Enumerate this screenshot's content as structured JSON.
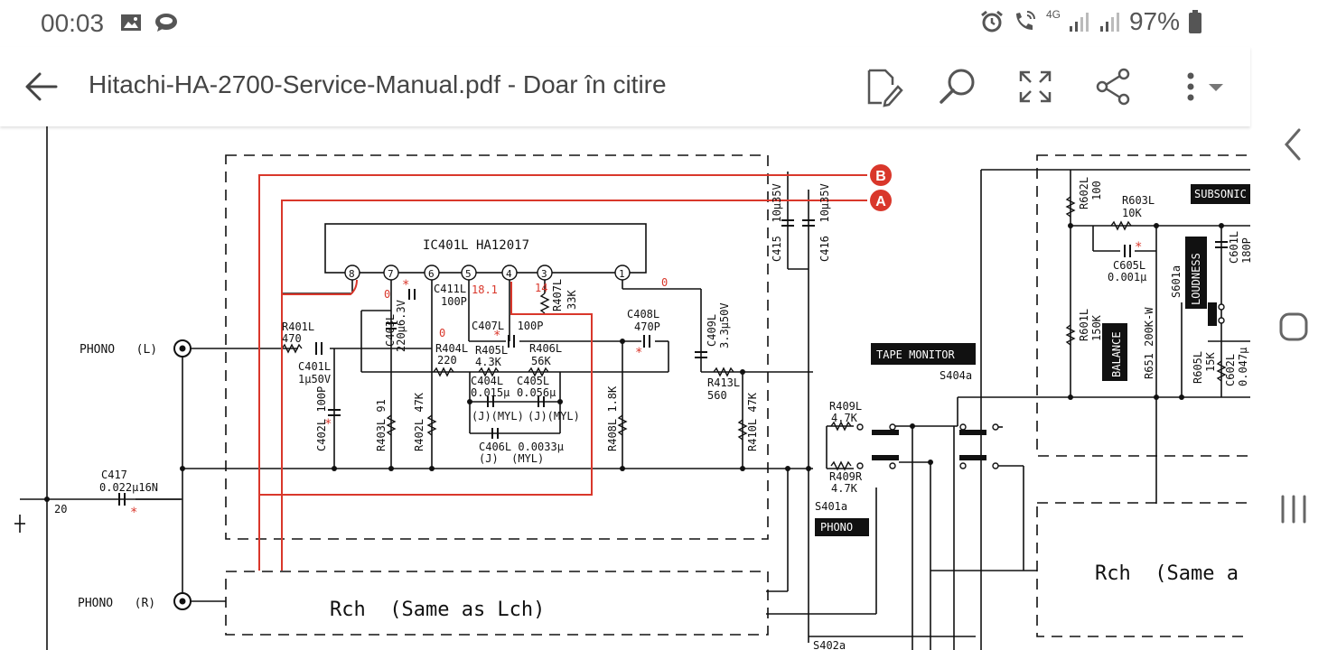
{
  "status_bar": {
    "time": "00:03",
    "left_icons": [
      "image-icon",
      "cloud-chat-icon"
    ],
    "right_icons": [
      "alarm-icon",
      "wifi-call-icon",
      "signal-4g-icon",
      "signal-bars-icon",
      "signal-bars-icon-2",
      "battery-icon"
    ],
    "network_label": "4G",
    "battery_percent": "97%"
  },
  "toolbar": {
    "title": "Hitachi-HA-2700-Service-Manual.pdf - Doar în citire",
    "actions": [
      "edit-icon",
      "search-icon",
      "fullscreen-icon",
      "share-icon",
      "more-options-icon"
    ]
  },
  "nav_bar": {
    "buttons": [
      "back-nav-icon",
      "home-nav-icon",
      "recents-nav-icon"
    ]
  },
  "document": {
    "schematic": {
      "ic_label": "IC401L HA12017",
      "ic_pins": [
        "8",
        "7",
        "6",
        "5",
        "4",
        "3",
        "1"
      ],
      "connector_b": "B",
      "connector_a": "A",
      "phono_l": "PHONO   (L)",
      "phono_r": "PHONO   (R)",
      "rch_main": "Rch  (Same as Lch)",
      "rch_right": "Rch  (Same a",
      "node_20": "20",
      "volt_0_a": "0",
      "volt_0_b": "0",
      "volt_181": "18.1",
      "volt_14": "14",
      "volt_0_c": "0",
      "r401l": "R401L",
      "r401l_v": "470",
      "c401l": "C401L",
      "c401l_v": "1μ50V",
      "c402l": "C402L 100P",
      "r403l": "R403L 91",
      "r402l": "R402L 47K",
      "c403l": "C403L",
      "c403l_v": "220μ6.3V",
      "c411l": "C411L",
      "c411l_v": "100P",
      "r404l": "R404L",
      "r404l_v": "220",
      "c407l": "C407L  100P",
      "r405l": "R405L",
      "r405l_v": "4.3K",
      "r406l": "R406L",
      "r406l_v": "56K",
      "r407l": "R407L",
      "r407l_v": "33K",
      "c404l": "C404L",
      "c404l_v": "0.015μ",
      "c405l": "C405L",
      "c405l_v": "0.056μ",
      "c404_type": "(J)(MYL)",
      "c405_type": "(J)(MYL)",
      "c406l": "C406L 0.0033μ",
      "c406l_type": "(J)  (MYL)",
      "c408l": "C408L",
      "c408l_v": "470P",
      "c409l": "C409L",
      "c409l_v": "3.3μ50V",
      "r408l": "R408L 1.8K",
      "r413l": "R413L",
      "r413l_v": "560",
      "r410l": "R410L 47K",
      "c415": "C415  10μ35V",
      "c416": "C416  10μ35V",
      "c417": "C417",
      "c417_v": "0.022μ16N",
      "tape_monitor": "TAPE MONITOR",
      "s404a": "S404a",
      "r409l": "R409L",
      "r409l_v": "4.7K",
      "r409r": "R409R",
      "r409r_v": "4.7K",
      "s401a": "S401a",
      "phono_tag": "PHONO",
      "s402a": "S402a",
      "r602l": "R602L",
      "r602l_v": "100",
      "r603l": "R603L",
      "r603l_v": "10K",
      "subsonic": "SUBSONIC",
      "c605l": "C605L",
      "c605l_v": "0.001μ",
      "loudness": "LOUDNESS",
      "s601a": "S601a",
      "c601l": "C601L",
      "c601l_v": "180P",
      "r601l": "R601L",
      "r601l_v": "150K",
      "balance": "BALANCE",
      "r651": "R651 200K-W",
      "r605l": "R605L",
      "r605l_v": "15K",
      "c602l": "C602L",
      "c602l_v": "0.047μ"
    }
  }
}
